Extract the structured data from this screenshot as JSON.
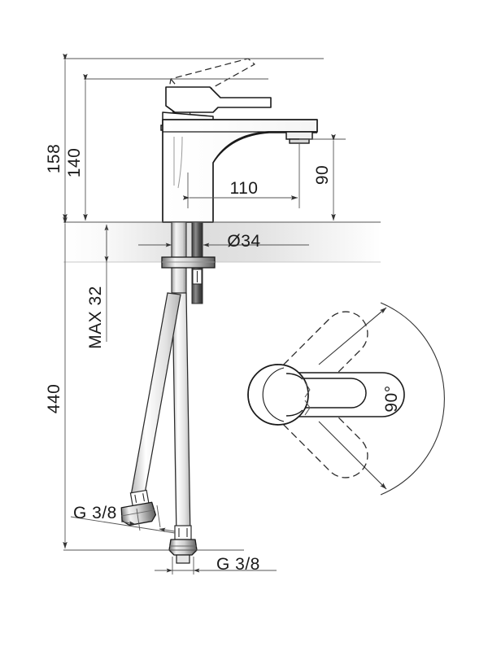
{
  "drawing": {
    "title": "Single-lever basin mixer tap — dimensioned technical drawing",
    "units": "mm",
    "background_color": "#ffffff",
    "line_color": "#1a1a1a",
    "dim_line_color": "#555555",
    "fill_light": "#f2f2f2",
    "fill_mid": "#d9d9d9",
    "fill_dark": "#5a5a5a"
  },
  "dimensions": {
    "overall_height": "158",
    "body_height": "140",
    "spout_height": "90",
    "spout_reach": "110",
    "hole_diameter": "Ø34",
    "max_deck_thickness": "MAX 32",
    "hose_length": "440",
    "angled_hose_thread": "G 3/8",
    "straight_hose_thread": "G 3/8",
    "handle_swivel_angle": "90°"
  },
  "views": {
    "front_elevation": "front-elevation-view",
    "top_handle_plan": "top-handle-rotation-view"
  },
  "labels": [
    {
      "id": "dim-158",
      "text": "158",
      "orientation": "vertical"
    },
    {
      "id": "dim-140",
      "text": "140",
      "orientation": "vertical"
    },
    {
      "id": "dim-90",
      "text": "90",
      "orientation": "vertical"
    },
    {
      "id": "dim-110",
      "text": "110",
      "orientation": "horizontal"
    },
    {
      "id": "dim-d34",
      "text": "Ø34",
      "orientation": "horizontal"
    },
    {
      "id": "dim-max32",
      "text": "MAX 32",
      "orientation": "vertical"
    },
    {
      "id": "dim-440",
      "text": "440",
      "orientation": "vertical"
    },
    {
      "id": "dim-g38-angled",
      "text": "G 3/8",
      "orientation": "horizontal"
    },
    {
      "id": "dim-g38-straight",
      "text": "G 3/8",
      "orientation": "horizontal"
    },
    {
      "id": "dim-90deg",
      "text": "90°",
      "orientation": "vertical"
    }
  ]
}
